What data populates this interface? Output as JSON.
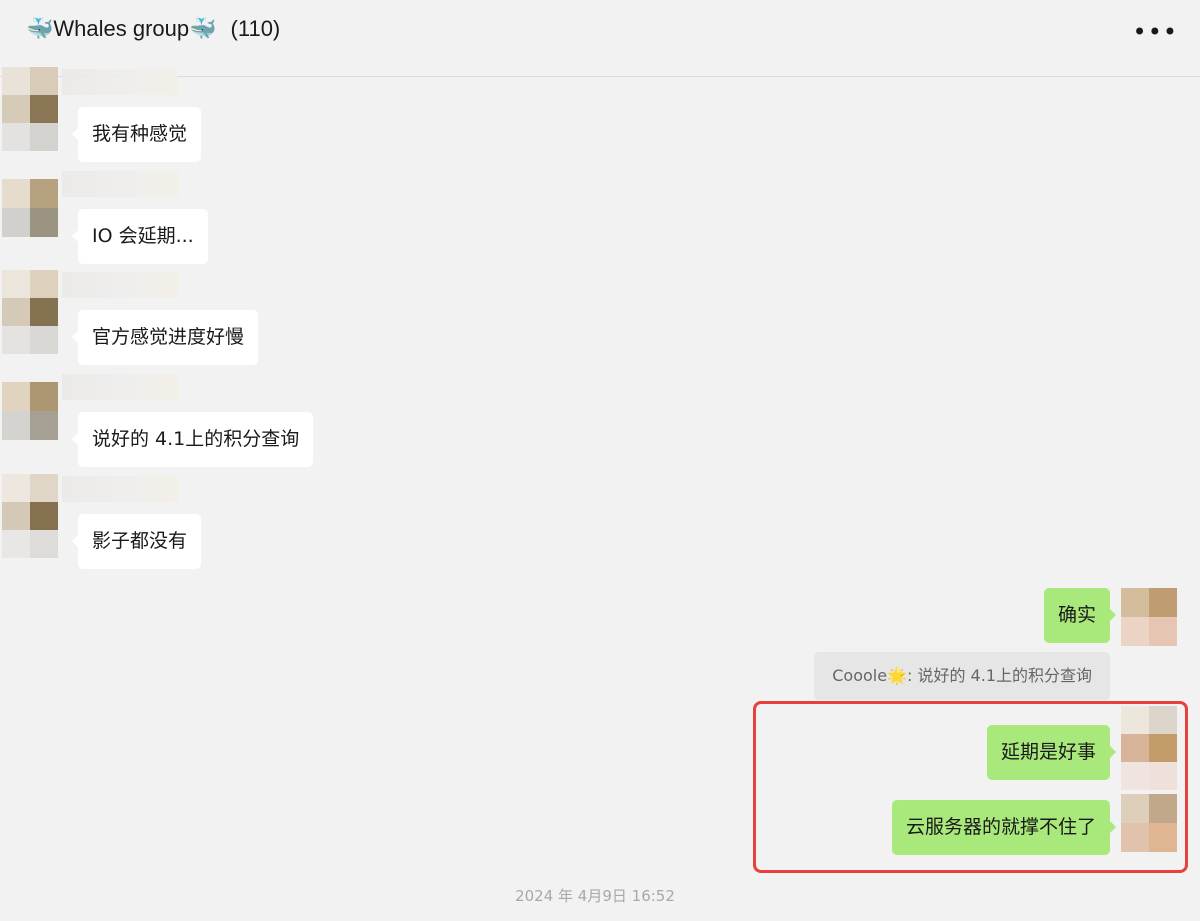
{
  "header": {
    "title": "🐳Whales group🐳",
    "member_count": "(110)",
    "more_icon": "ellipsis-icon"
  },
  "messages_left": [
    {
      "text": "我有种感觉",
      "avatar": [
        "#e8e2d9",
        "#d8ccb8",
        "#d6cbb7",
        "#8a7654",
        "#e3e2e0",
        "#d3d2cf"
      ]
    },
    {
      "text": "IO 会延期...",
      "avatar": [
        "#e5dccd",
        "#b7a27f",
        "#d1d0cc",
        "#9c9482"
      ]
    },
    {
      "text": "官方感觉进度好慢",
      "avatar": [
        "#ebe5db",
        "#ddd0bc",
        "#d5cab8",
        "#857250",
        "#e4e3e1",
        "#d9d8d4"
      ]
    },
    {
      "text": "说好的 4.1上的积分查询",
      "avatar": [
        "#e0d3bf",
        "#ad9672",
        "#d4d3d0",
        "#a7a195"
      ]
    },
    {
      "text": "影子都没有",
      "avatar": [
        "#ede7df",
        "#e0d6c7",
        "#d4c9b7",
        "#857150",
        "#e8e7e5",
        "#dddcd9"
      ]
    }
  ],
  "messages_right": [
    {
      "text": "确实",
      "avatar": [
        "#d3bd9c",
        "#bf9d71",
        "#ebd3c6",
        "#e6c6b3"
      ]
    },
    {
      "text": "延期是好事",
      "avatar": [
        "#ece6dc",
        "#ddd4cb",
        "#d8b49a",
        "#c49c6a",
        "#f0e4e0",
        "#efe1da"
      ]
    },
    {
      "text": "云服务器的就撑不住了",
      "avatar": [
        "#ddcfba",
        "#c2a88b",
        "#e0c2ad",
        "#e0b592"
      ]
    }
  ],
  "quote": {
    "text": "Cooole🌟: 说好的 4.1上的积分查询"
  },
  "timestamp": "2024 年 4月9日 16:52",
  "colors": {
    "background": "#f2f2f2",
    "self_bubble": "#a9e97b",
    "highlight": "#e8403c"
  }
}
